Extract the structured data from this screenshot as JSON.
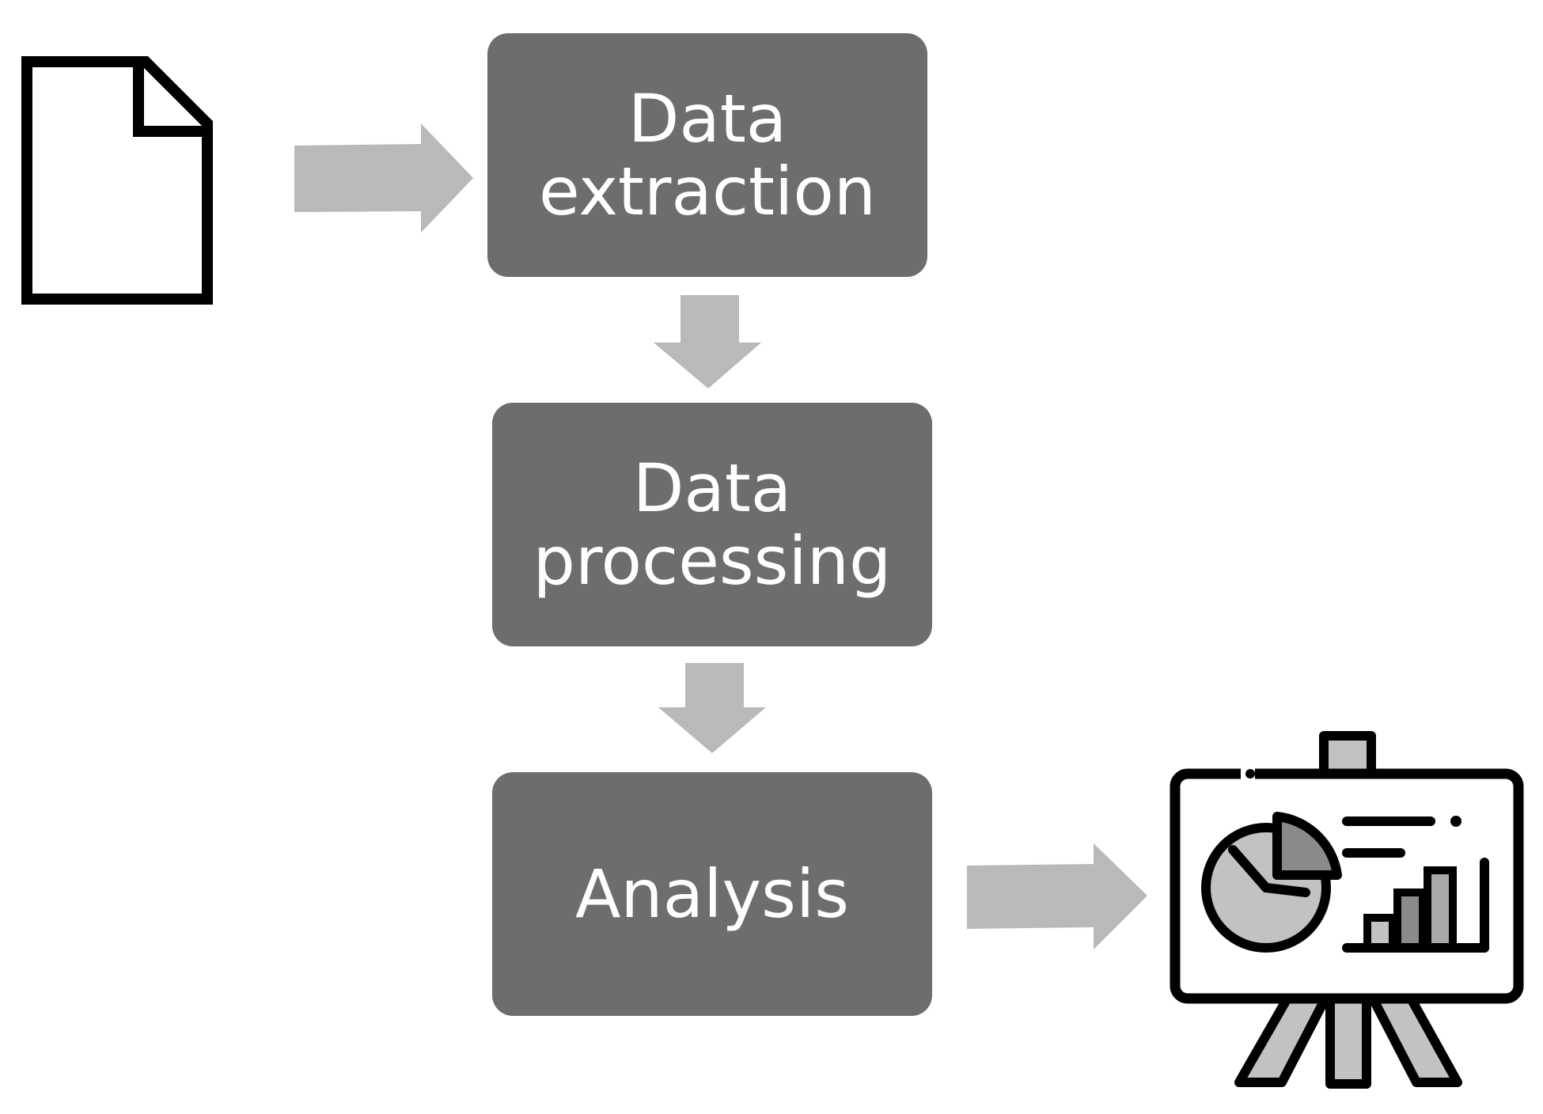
{
  "steps": [
    {
      "id": "extraction",
      "label": "Data\nextraction"
    },
    {
      "id": "processing",
      "label": "Data\nprocessing"
    },
    {
      "id": "analysis",
      "label": "Analysis"
    }
  ],
  "icons": {
    "input": "document-icon",
    "output": "presentation-board-icon"
  },
  "colors": {
    "box_fill": "#6d6d6d",
    "box_text": "#ffffff",
    "arrow": "#b9b9b9",
    "icon_stroke": "#000000",
    "icon_fill_light": "#c2c2c2",
    "icon_fill_dark": "#8a8a8a"
  }
}
